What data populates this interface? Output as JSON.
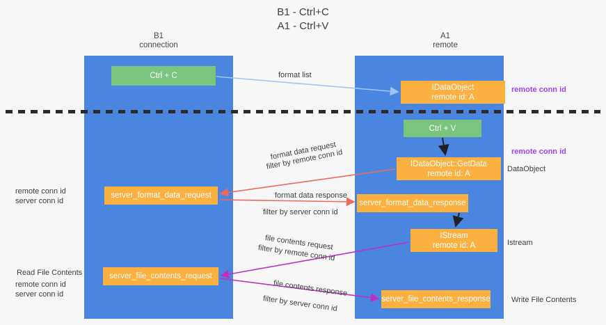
{
  "title": {
    "line1": "B1 - Ctrl+C",
    "line2": "A1 - Ctrl+V"
  },
  "lanes": [
    {
      "id": "b1",
      "name": "B1",
      "sub": "connection",
      "color": "#4a86e0"
    },
    {
      "id": "a1",
      "name": "A1",
      "sub": "remote",
      "color": "#4a86e0"
    }
  ],
  "nodes": {
    "ctrl_c": {
      "label": "Ctrl + C",
      "color": "#7bc67e"
    },
    "idataobject": {
      "line1": "IDataObject",
      "line2": "remote id: A",
      "color": "#fbb040"
    },
    "ctrl_v": {
      "label": "Ctrl + V",
      "color": "#7bc67e"
    },
    "getdata": {
      "line1": "IDataObject::GetData",
      "line2": "remote id: A",
      "color": "#fbb040"
    },
    "server_format_data_request": {
      "label": "server_format_data_request",
      "color": "#fbb040"
    },
    "server_format_data_response": {
      "label": "server_format_data_response",
      "color": "#fbb040"
    },
    "istream": {
      "line1": "IStream",
      "line2": "remote id: A",
      "color": "#fbb040"
    },
    "server_file_contents_request": {
      "label": "server_file_contents_request",
      "color": "#fbb040"
    },
    "server_file_contents_response": {
      "label": "server_file_contents_response",
      "color": "#fbb040"
    }
  },
  "labels": {
    "format_list": "format list",
    "remote_conn_id_1": "remote conn id",
    "remote_conn_id_2": "remote conn id",
    "data_object": "DataObject",
    "format_data_request": "format data request",
    "filter_by": "filter by ",
    "remote_conn_id": "remote conn id",
    "server_conn_id": "server conn id",
    "format_data_response": "format data response",
    "left_remote_conn_id": "remote conn id",
    "left_server_conn_id": "server conn id",
    "file_contents_request": "file contents request",
    "istream_right": "Istream",
    "read_file_contents": "Read File Contents",
    "file_contents_response": "file contents response",
    "write_file_contents": "Write File Contents"
  },
  "colors": {
    "lane": "#4a86e0",
    "green": "#7bc67e",
    "orange": "#fbb040",
    "purple": "#a142f4",
    "magenta": "#c030c0",
    "green_text": "#5aa469",
    "arrow_blue": "#9fc5f0",
    "arrow_red": "#ec6a5c",
    "arrow_black": "#202124",
    "divider": "#2b2b2b",
    "background": "#f7f7f7"
  }
}
